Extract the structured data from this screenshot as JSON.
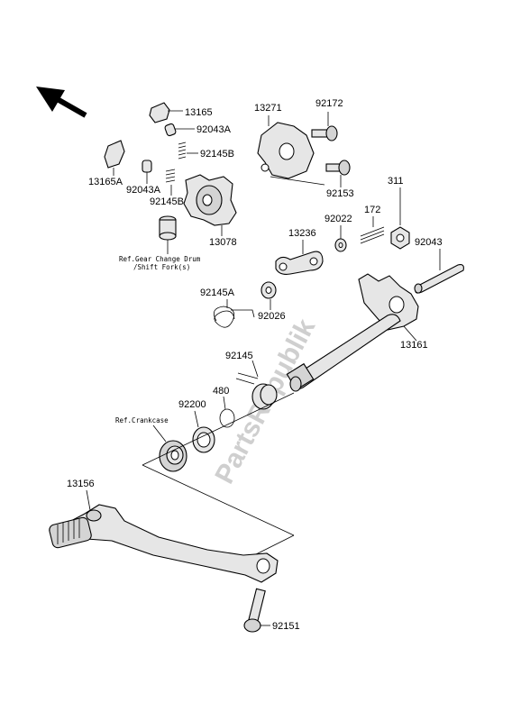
{
  "watermark": "PartsRepublik",
  "labels": {
    "p13165": "13165",
    "p92043A_top": "92043A",
    "p92145B_top": "92145B",
    "p13165A": "13165A",
    "p92043A_left": "92043A",
    "p92145B_left": "92145B",
    "p13078": "13078",
    "p13271": "13271",
    "p92172": "92172",
    "p92153": "92153",
    "p311": "311",
    "p92022": "92022",
    "p172": "172",
    "p13236": "13236",
    "p92043": "92043",
    "p92145A": "92145A",
    "p92026": "92026",
    "p13161": "13161",
    "p92145": "92145",
    "p480": "480",
    "p92200": "92200",
    "p13156": "13156",
    "p92151": "92151"
  },
  "refs": {
    "gear_change_line1": "Ref.Gear Change Drum",
    "gear_change_line2": "/Shift Fork(s)",
    "crankcase": "Ref.Crankcase"
  },
  "icons": {
    "direction_arrow": "front-direction-arrow-icon"
  }
}
